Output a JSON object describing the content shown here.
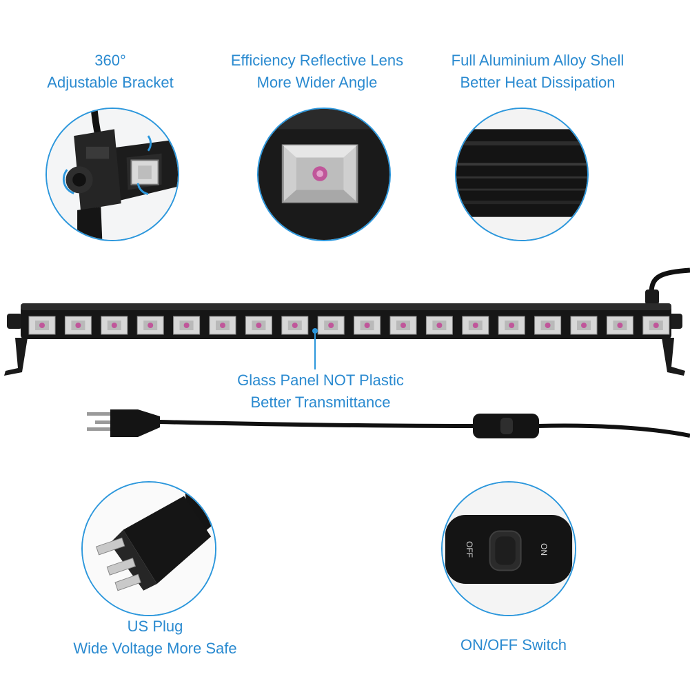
{
  "captions": {
    "bracket": {
      "line1": "360°",
      "line2": "Adjustable Bracket"
    },
    "lens": {
      "line1": "Efficiency Reflective Lens",
      "line2": "More Wider Angle"
    },
    "shell": {
      "line1": "Full Aluminium Alloy Shell",
      "line2": "Better Heat Dissipation"
    },
    "glass": {
      "line1": "Glass Panel NOT Plastic",
      "line2": "Better Transmittance"
    },
    "plug": {
      "line1": "US Plug",
      "line2": "Wide Voltage More Safe"
    },
    "switch": {
      "line1": "ON/OFF Switch"
    }
  },
  "switch_labels": {
    "off": "OFF",
    "on": "ON"
  },
  "colors": {
    "accent": "#2a8ad0",
    "circle_border": "#2c97dc",
    "housing": "#161616",
    "led": "#c0569a"
  },
  "led_count": 18,
  "icons": [
    "bracket-closeup",
    "lens-closeup",
    "shell-closeup",
    "plug-closeup",
    "switch-closeup",
    "uv-light-bar",
    "power-cord"
  ]
}
